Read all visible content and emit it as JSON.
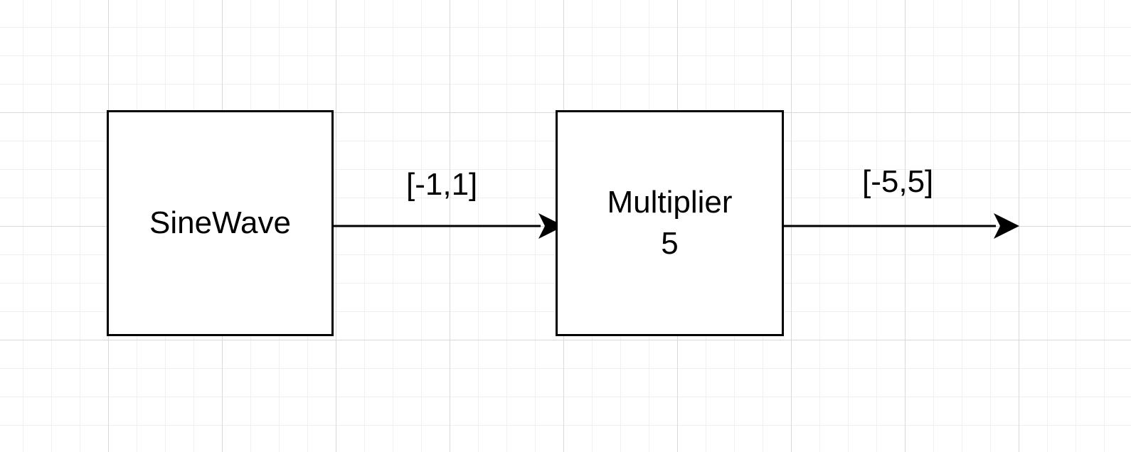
{
  "diagram": {
    "blocks": [
      {
        "id": "sinewave",
        "lines": [
          "SineWave"
        ]
      },
      {
        "id": "multiplier",
        "lines": [
          "Multiplier",
          "5"
        ]
      }
    ],
    "connections": [
      {
        "from": "sinewave",
        "to": "multiplier",
        "label": "[-1,1]"
      },
      {
        "from": "multiplier",
        "to": "output",
        "label": "[-5,5]"
      }
    ],
    "colors": {
      "stroke": "#000000",
      "grid_major": "#d9d9d9",
      "grid_minor": "#f0f0f0",
      "background": "#ffffff"
    }
  }
}
